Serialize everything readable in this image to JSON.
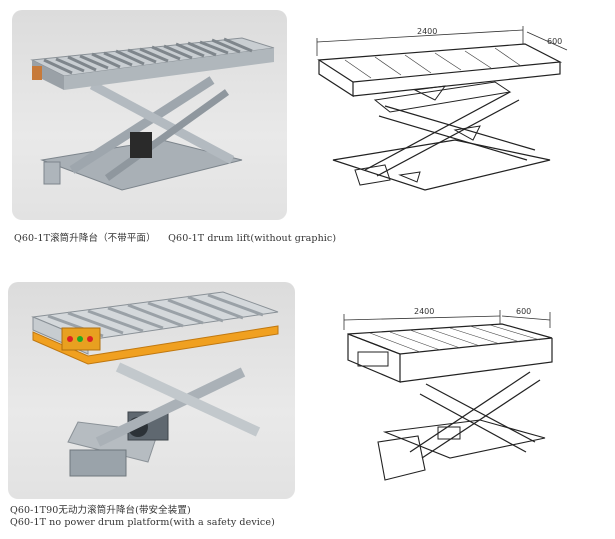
{
  "products": [
    {
      "caption_cn": "Q60-1T滚筒升降台（不带平面）",
      "caption_en": "Q60-1T drum lift(without graphic)",
      "dim_length": "2400",
      "dim_width": "600"
    },
    {
      "caption_cn": "Q60-1T90无动力滚筒升降台(带安全装置)",
      "caption_en": "Q60-1T no power drum platform(with a safety device)",
      "dim_length": "2400",
      "dim_width": "600"
    }
  ],
  "colors": {
    "frame": "#9ea6ad",
    "safety_bar": "#f0a020",
    "control_box": "#e8a020"
  }
}
